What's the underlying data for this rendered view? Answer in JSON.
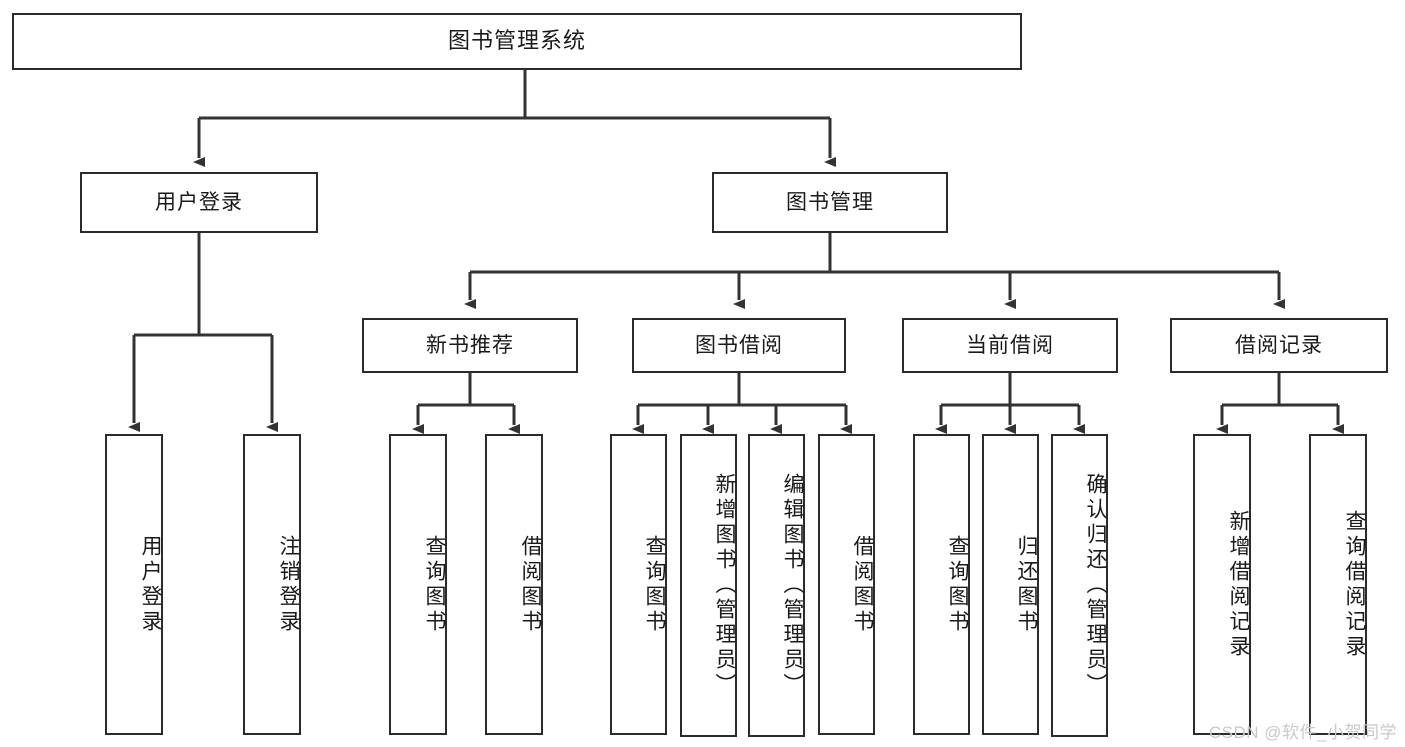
{
  "diagram": {
    "title": "图书管理系统",
    "type": "tree-hierarchy-chart",
    "watermark": "CSDN @软件_小贺同学",
    "colors": {
      "box_border": "#2b2b2b",
      "box_fill": "#ffffff",
      "connector": "#333333",
      "text": "#1a1a1a",
      "watermark": "#c9c9c9"
    }
  },
  "root": {
    "label": "图书管理系统"
  },
  "level2": [
    {
      "label": "用户登录"
    },
    {
      "label": "图书管理"
    }
  ],
  "level3": [
    {
      "label": "新书推荐"
    },
    {
      "label": "图书借阅"
    },
    {
      "label": "当前借阅"
    },
    {
      "label": "借阅记录"
    }
  ],
  "leaves": {
    "user_login": [
      {
        "label": "用户登录"
      },
      {
        "label": "注销登录"
      }
    ],
    "new_book": [
      {
        "label": "查询图书"
      },
      {
        "label": "借阅图书"
      }
    ],
    "book_borrow": [
      {
        "label": "查询图书"
      },
      {
        "label": "新增图书（管理员）"
      },
      {
        "label": "编辑图书（管理员）"
      },
      {
        "label": "借阅图书"
      }
    ],
    "current_borrow": [
      {
        "label": "查询图书"
      },
      {
        "label": "归还图书"
      },
      {
        "label": "确认归还（管理员）"
      }
    ],
    "borrow_record": [
      {
        "label": "新增借阅记录"
      },
      {
        "label": "查询借阅记录"
      }
    ]
  }
}
